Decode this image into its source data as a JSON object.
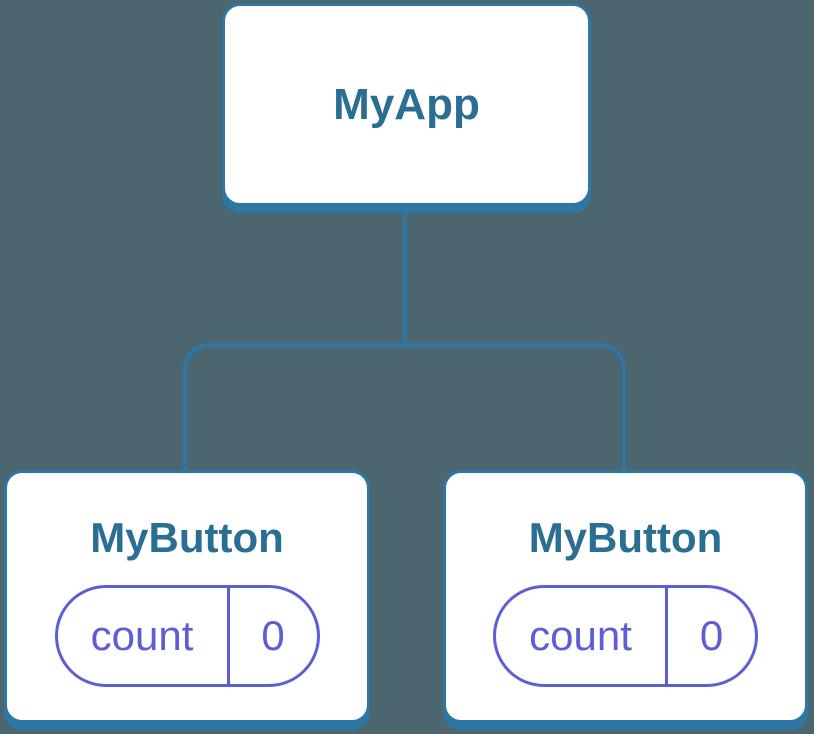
{
  "colors": {
    "background": "#4C6670",
    "stroke_blue": "#2E77A5",
    "title_blue": "#2B6E94",
    "state_purple": "#5D5DD6",
    "node_fill": "#FFFFFF"
  },
  "tree": {
    "root": {
      "label": "MyApp"
    },
    "children": [
      {
        "label": "MyButton",
        "state": {
          "key": "count",
          "value": "0"
        }
      },
      {
        "label": "MyButton",
        "state": {
          "key": "count",
          "value": "0"
        }
      }
    ]
  }
}
